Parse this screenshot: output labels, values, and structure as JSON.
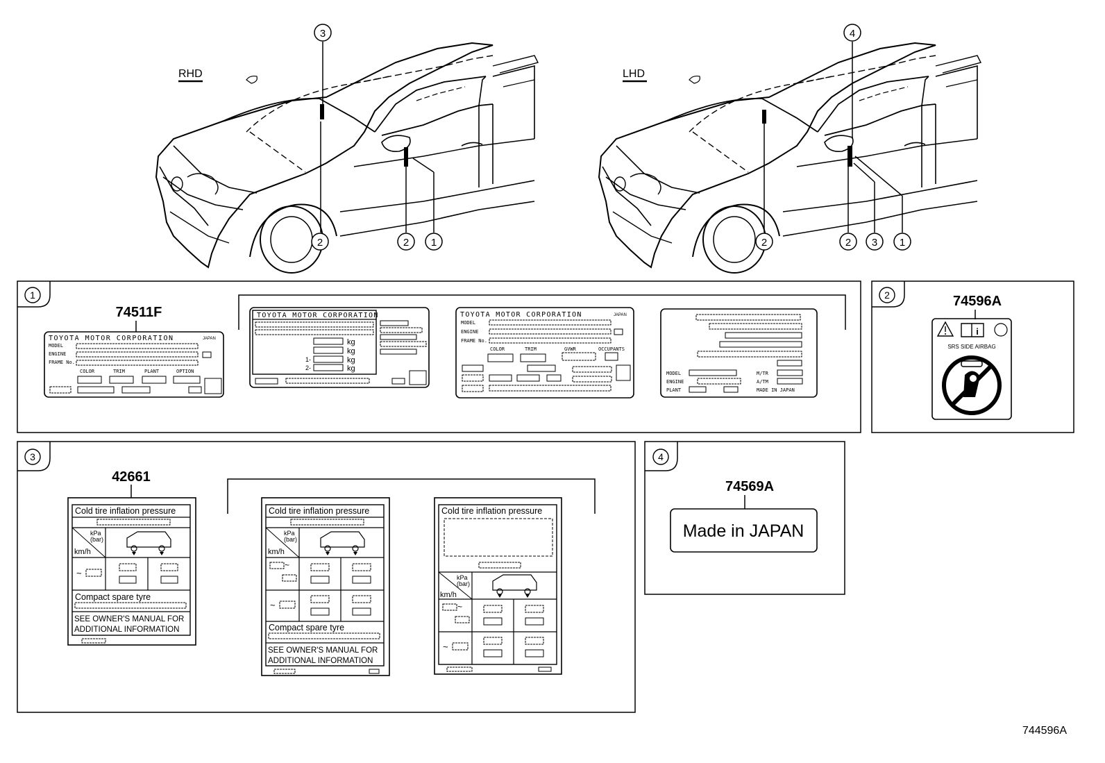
{
  "views": {
    "rhd": {
      "label": "RHD",
      "callouts": [
        "3",
        "2",
        "2",
        "1"
      ]
    },
    "lhd": {
      "label": "LHD",
      "callouts": [
        "4",
        "2",
        "2",
        "3",
        "1"
      ]
    }
  },
  "panels": {
    "p1": {
      "number": "1",
      "part_no": "74511F",
      "label_a": {
        "maker": "TOYOTA MOTOR CORPORATION",
        "country": "JAPAN",
        "rows": [
          "MODEL",
          "ENGINE",
          "FRAME No."
        ],
        "cols": [
          "COLOR",
          "TRIM",
          "PLANT",
          "OPTION"
        ]
      },
      "label_b": {
        "maker": "TOYOTA MOTOR CORPORATION",
        "units": [
          "kg",
          "kg",
          "kg",
          "kg"
        ],
        "axles": [
          "1-",
          "2-"
        ]
      },
      "label_c": {
        "maker": "TOYOTA MOTOR CORPORATION",
        "country": "JAPAN",
        "rows": [
          "MODEL",
          "ENGINE",
          "FRAME No."
        ],
        "cols": [
          "COLOR",
          "TRIM",
          "GVWR",
          "OCCUPANTS"
        ]
      },
      "label_d": {
        "rows": [
          "MODEL",
          "ENGINE",
          "PLANT"
        ],
        "right": [
          "M/TR",
          "A/TM",
          "MADE IN JAPAN"
        ]
      }
    },
    "p2": {
      "number": "2",
      "part_no": "74596A",
      "caption": "SRS  SIDE  AIRBAG"
    },
    "p3": {
      "number": "3",
      "part_no": "42661",
      "title": "Cold  tire  inflation  pressure",
      "kpa": "kPa",
      "bar": "(bar)",
      "kmh": "km/h",
      "spare": "Compact  spare tyre",
      "note1": "SEE OWNER'S MANUAL FOR",
      "note2": "ADDITIONAL INFORMATION"
    },
    "p4": {
      "number": "4",
      "part_no": "74569A",
      "text": "Made  in  JAPAN"
    }
  },
  "figure_id": "744596A"
}
